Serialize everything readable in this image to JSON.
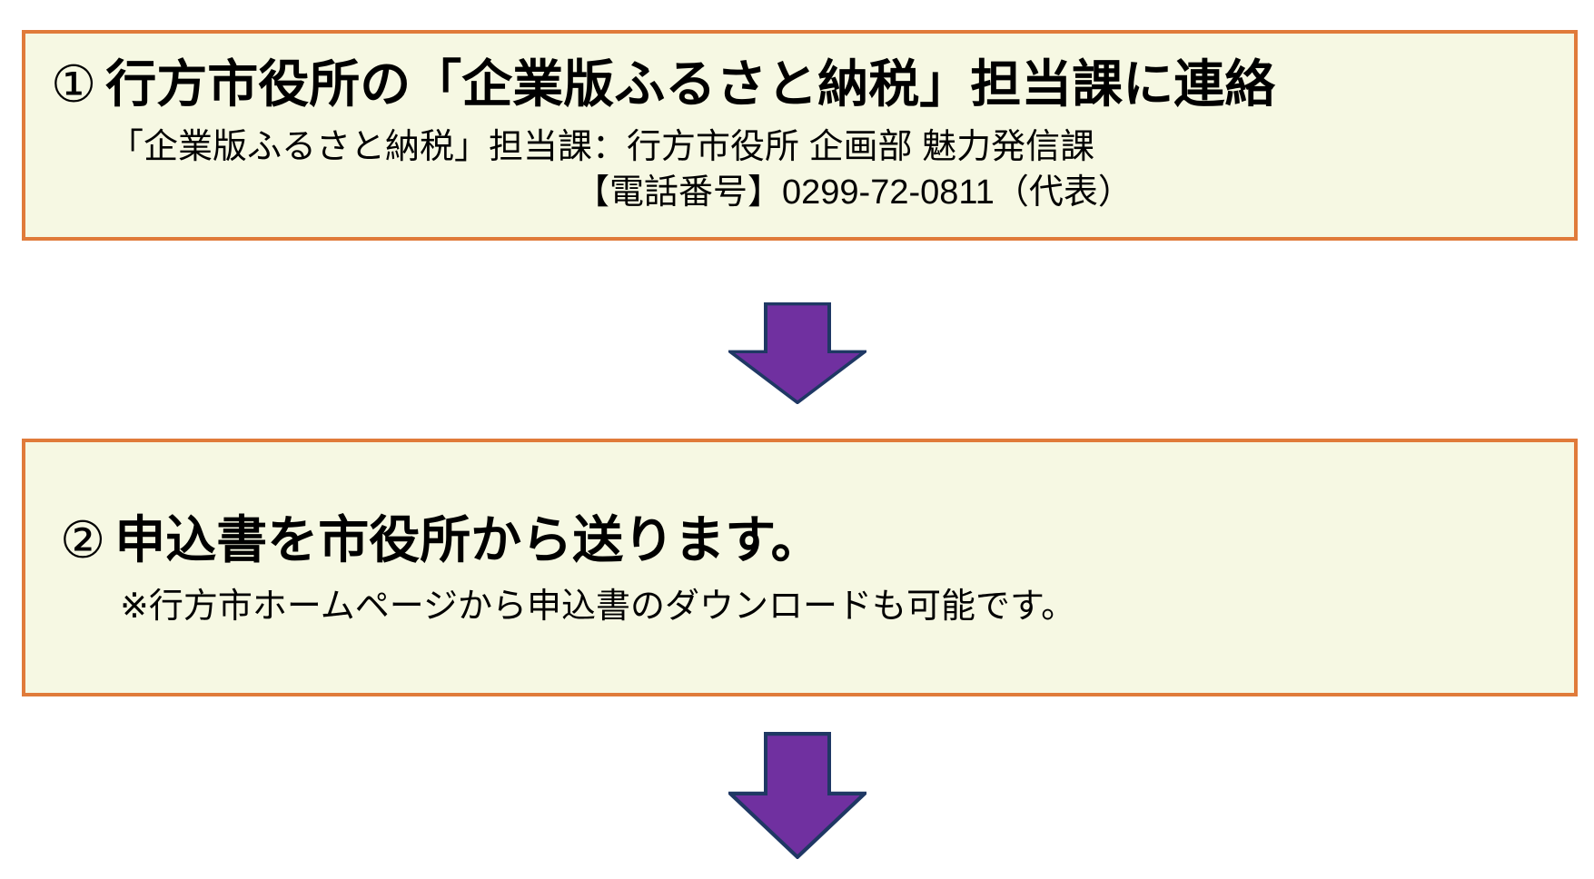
{
  "page": {
    "background": "#FFFFFF"
  },
  "colors": {
    "page_bg": "#FFFFFF",
    "box_fill": "#F6F8E3",
    "box_border": "#E07B3A",
    "arrow_fill": "#7030A0",
    "arrow_outline": "#1F3864",
    "text": "#000000"
  },
  "steps": [
    {
      "number": "①",
      "title": "行方市役所の「企業版ふるさと納税」担当課に連絡",
      "details": [
        "「企業版ふるさと納税」担当課：行方市役所 企画部 魅力発信課",
        "【電話番号】0299-72-0811（代表）"
      ]
    },
    {
      "number": "②",
      "title": "申込書を市役所から送ります。",
      "details": [
        "※行方市ホームページから申込書のダウンロードも可能です。"
      ]
    }
  ]
}
